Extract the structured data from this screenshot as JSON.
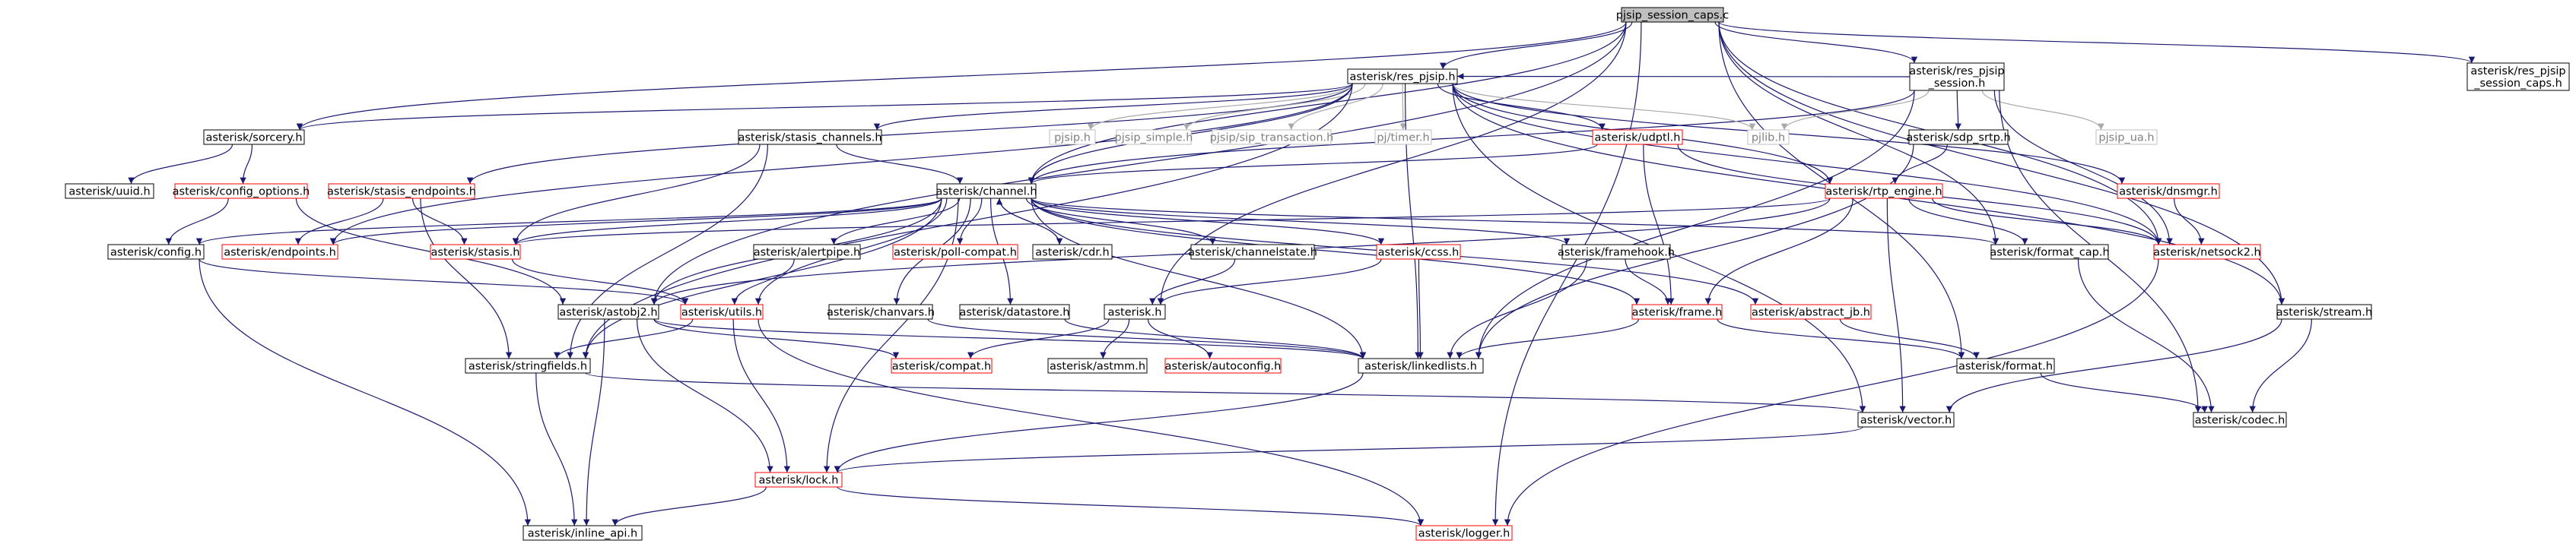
{
  "colors": {
    "edge_main": "#191970",
    "edge_gray": "#a9a9a9",
    "node_border_black": "#000000",
    "node_border_red": "#ff0000",
    "node_border_gray": "#bfbfbf",
    "root_fill": "#bfbfbf",
    "text": "#000000",
    "gray_text": "#808080"
  },
  "nodes": {
    "root": {
      "label": "pjsip_session_caps.c",
      "style": "root"
    },
    "res_pjsip_session": {
      "label": "asterisk/res_pjsip\n_session.h",
      "style": "black"
    },
    "res_pjsip_session_caps": {
      "label": "asterisk/res_pjsip\n_session_caps.h",
      "style": "black"
    },
    "res_pjsip": {
      "label": "asterisk/res_pjsip.h",
      "style": "black"
    },
    "sorcery": {
      "label": "asterisk/sorcery.h",
      "style": "black"
    },
    "uuid": {
      "label": "asterisk/uuid.h",
      "style": "black"
    },
    "config_options": {
      "label": "asterisk/config_options.h",
      "style": "red"
    },
    "config": {
      "label": "asterisk/config.h",
      "style": "black"
    },
    "stasis_channels": {
      "label": "asterisk/stasis_channels.h",
      "style": "black"
    },
    "stasis_endpoints": {
      "label": "asterisk/stasis_endpoints.h",
      "style": "red"
    },
    "pjsip": {
      "label": "pjsip.h",
      "style": "gray"
    },
    "pjsip_simple": {
      "label": "pjsip_simple.h",
      "style": "gray"
    },
    "pjsip_sip_transaction": {
      "label": "pjsip/sip_transaction.h",
      "style": "gray"
    },
    "pj_timer": {
      "label": "pj/timer.h",
      "style": "gray"
    },
    "udptl": {
      "label": "asterisk/udptl.h",
      "style": "red"
    },
    "pjlib": {
      "label": "pjlib.h",
      "style": "gray"
    },
    "sdp_srtp": {
      "label": "asterisk/sdp_srtp.h",
      "style": "black"
    },
    "pjsip_ua": {
      "label": "pjsip_ua.h",
      "style": "gray"
    },
    "rtp_engine": {
      "label": "asterisk/rtp_engine.h",
      "style": "red"
    },
    "dnsmgr": {
      "label": "asterisk/dnsmgr.h",
      "style": "red"
    },
    "channel": {
      "label": "asterisk/channel.h",
      "style": "black"
    },
    "endpoints": {
      "label": "asterisk/endpoints.h",
      "style": "red"
    },
    "stasis": {
      "label": "asterisk/stasis.h",
      "style": "red"
    },
    "alertpipe": {
      "label": "asterisk/alertpipe.h",
      "style": "black"
    },
    "poll_compat": {
      "label": "asterisk/poll-compat.h",
      "style": "red"
    },
    "cdr": {
      "label": "asterisk/cdr.h",
      "style": "black"
    },
    "channelstate": {
      "label": "asterisk/channelstate.h",
      "style": "black"
    },
    "ccss": {
      "label": "asterisk/ccss.h",
      "style": "red"
    },
    "framehook": {
      "label": "asterisk/framehook.h",
      "style": "black"
    },
    "format_cap": {
      "label": "asterisk/format_cap.h",
      "style": "black"
    },
    "netsock2": {
      "label": "asterisk/netsock2.h",
      "style": "red"
    },
    "stream": {
      "label": "asterisk/stream.h",
      "style": "black"
    },
    "astobj2": {
      "label": "asterisk/astobj2.h",
      "style": "black"
    },
    "utils": {
      "label": "asterisk/utils.h",
      "style": "red"
    },
    "chanvars": {
      "label": "asterisk/chanvars.h",
      "style": "black"
    },
    "datastore": {
      "label": "asterisk/datastore.h",
      "style": "black"
    },
    "asterisk": {
      "label": "asterisk.h",
      "style": "black"
    },
    "frame": {
      "label": "asterisk/frame.h",
      "style": "red"
    },
    "abstract_jb": {
      "label": "asterisk/abstract_jb.h",
      "style": "red"
    },
    "stringfields": {
      "label": "asterisk/stringfields.h",
      "style": "black"
    },
    "compat": {
      "label": "asterisk/compat.h",
      "style": "red"
    },
    "astmm": {
      "label": "asterisk/astmm.h",
      "style": "black"
    },
    "autoconfig": {
      "label": "asterisk/autoconfig.h",
      "style": "red"
    },
    "linkedlists": {
      "label": "asterisk/linkedlists.h",
      "style": "black"
    },
    "format": {
      "label": "asterisk/format.h",
      "style": "black"
    },
    "vector": {
      "label": "asterisk/vector.h",
      "style": "black"
    },
    "codec": {
      "label": "asterisk/codec.h",
      "style": "black"
    },
    "lock": {
      "label": "asterisk/lock.h",
      "style": "red"
    },
    "inline_api": {
      "label": "asterisk/inline_api.h",
      "style": "black"
    },
    "logger": {
      "label": "asterisk/logger.h",
      "style": "red"
    }
  },
  "edges": [
    [
      "root",
      "res_pjsip_session"
    ],
    [
      "root",
      "res_pjsip_session_caps"
    ],
    [
      "root",
      "res_pjsip"
    ],
    [
      "root",
      "sorcery"
    ],
    [
      "root",
      "channel"
    ],
    [
      "root",
      "astobj2"
    ],
    [
      "root",
      "asterisk"
    ],
    [
      "root",
      "format_cap"
    ],
    [
      "root",
      "format"
    ],
    [
      "root",
      "netsock2"
    ],
    [
      "root",
      "stream"
    ],
    [
      "root",
      "logger"
    ],
    [
      "res_pjsip_session",
      "res_pjsip"
    ],
    [
      "res_pjsip_session",
      "pjlib"
    ],
    [
      "res_pjsip_session",
      "sdp_srtp"
    ],
    [
      "res_pjsip_session",
      "pjsip_ua"
    ],
    [
      "res_pjsip_session",
      "channel"
    ],
    [
      "res_pjsip_session",
      "netsock2"
    ],
    [
      "res_pjsip_session",
      "linkedlists"
    ],
    [
      "res_pjsip_session",
      "codec"
    ],
    [
      "res_pjsip",
      "sorcery"
    ],
    [
      "res_pjsip",
      "stasis_channels"
    ],
    [
      "res_pjsip",
      "stasis_endpoints"
    ],
    [
      "res_pjsip",
      "pjsip"
    ],
    [
      "res_pjsip",
      "pjsip_simple"
    ],
    [
      "res_pjsip",
      "pjsip_sip_transaction"
    ],
    [
      "res_pjsip",
      "pj_timer"
    ],
    [
      "res_pjsip",
      "udptl"
    ],
    [
      "res_pjsip",
      "pjlib"
    ],
    [
      "res_pjsip",
      "rtp_engine"
    ],
    [
      "res_pjsip",
      "dnsmgr"
    ],
    [
      "res_pjsip",
      "stream"
    ],
    [
      "res_pjsip",
      "channel"
    ],
    [
      "res_pjsip",
      "endpoints"
    ],
    [
      "res_pjsip",
      "netsock2"
    ],
    [
      "res_pjsip",
      "stringfields"
    ],
    [
      "res_pjsip",
      "linkedlists"
    ],
    [
      "res_pjsip",
      "vector"
    ],
    [
      "sorcery",
      "uuid"
    ],
    [
      "sorcery",
      "config_options"
    ],
    [
      "config_options",
      "config"
    ],
    [
      "config_options",
      "astobj2"
    ],
    [
      "config",
      "utils"
    ],
    [
      "config",
      "inline_api"
    ],
    [
      "stasis_channels",
      "channel"
    ],
    [
      "stasis_channels",
      "stasis"
    ],
    [
      "stasis_channels",
      "stringfields"
    ],
    [
      "stasis_endpoints",
      "endpoints"
    ],
    [
      "stasis_endpoints",
      "stasis"
    ],
    [
      "stasis_endpoints",
      "stringfields"
    ],
    [
      "udptl",
      "channel"
    ],
    [
      "udptl",
      "netsock2"
    ],
    [
      "udptl",
      "frame"
    ],
    [
      "sdp_srtp",
      "rtp_engine"
    ],
    [
      "sdp_srtp",
      "linkedlists"
    ],
    [
      "rtp_engine",
      "astobj2"
    ],
    [
      "rtp_engine",
      "frame"
    ],
    [
      "rtp_engine",
      "netsock2"
    ],
    [
      "rtp_engine",
      "format_cap"
    ],
    [
      "rtp_engine",
      "stasis"
    ],
    [
      "rtp_engine",
      "vector"
    ],
    [
      "dnsmgr",
      "netsock2"
    ],
    [
      "channel",
      "config"
    ],
    [
      "channel",
      "endpoints"
    ],
    [
      "channel",
      "stasis"
    ],
    [
      "channel",
      "alertpipe"
    ],
    [
      "channel",
      "poll_compat"
    ],
    [
      "channel",
      "cdr"
    ],
    [
      "channel",
      "channelstate"
    ],
    [
      "channel",
      "ccss"
    ],
    [
      "channel",
      "framehook"
    ],
    [
      "channel",
      "format_cap"
    ],
    [
      "channel",
      "abstract_jb"
    ],
    [
      "channel",
      "astobj2"
    ],
    [
      "channel",
      "utils"
    ],
    [
      "channel",
      "chanvars"
    ],
    [
      "channel",
      "datastore"
    ],
    [
      "channel",
      "frame"
    ],
    [
      "channel",
      "stringfields"
    ],
    [
      "channel",
      "linkedlists"
    ],
    [
      "channel",
      "lock"
    ],
    [
      "stasis",
      "utils"
    ],
    [
      "alertpipe",
      "utils"
    ],
    [
      "cdr",
      "channel"
    ],
    [
      "channelstate",
      "asterisk"
    ],
    [
      "ccss",
      "asterisk"
    ],
    [
      "ccss",
      "linkedlists"
    ],
    [
      "framehook",
      "frame"
    ],
    [
      "framehook",
      "linkedlists"
    ],
    [
      "format_cap",
      "codec"
    ],
    [
      "netsock2",
      "logger"
    ],
    [
      "stream",
      "codec"
    ],
    [
      "stream",
      "vector"
    ],
    [
      "astobj2",
      "compat"
    ],
    [
      "astobj2",
      "linkedlists"
    ],
    [
      "astobj2",
      "lock"
    ],
    [
      "astobj2",
      "inline_api"
    ],
    [
      "utils",
      "stringfields"
    ],
    [
      "utils",
      "lock"
    ],
    [
      "utils",
      "logger"
    ],
    [
      "chanvars",
      "linkedlists"
    ],
    [
      "datastore",
      "linkedlists"
    ],
    [
      "asterisk",
      "compat"
    ],
    [
      "asterisk",
      "astmm"
    ],
    [
      "asterisk",
      "autoconfig"
    ],
    [
      "frame",
      "format"
    ],
    [
      "frame",
      "linkedlists"
    ],
    [
      "abstract_jb",
      "format"
    ],
    [
      "stringfields",
      "inline_api"
    ],
    [
      "stringfields",
      "vector"
    ],
    [
      "linkedlists",
      "lock"
    ],
    [
      "format",
      "codec"
    ],
    [
      "vector",
      "lock"
    ],
    [
      "lock",
      "inline_api"
    ],
    [
      "lock",
      "logger"
    ]
  ]
}
